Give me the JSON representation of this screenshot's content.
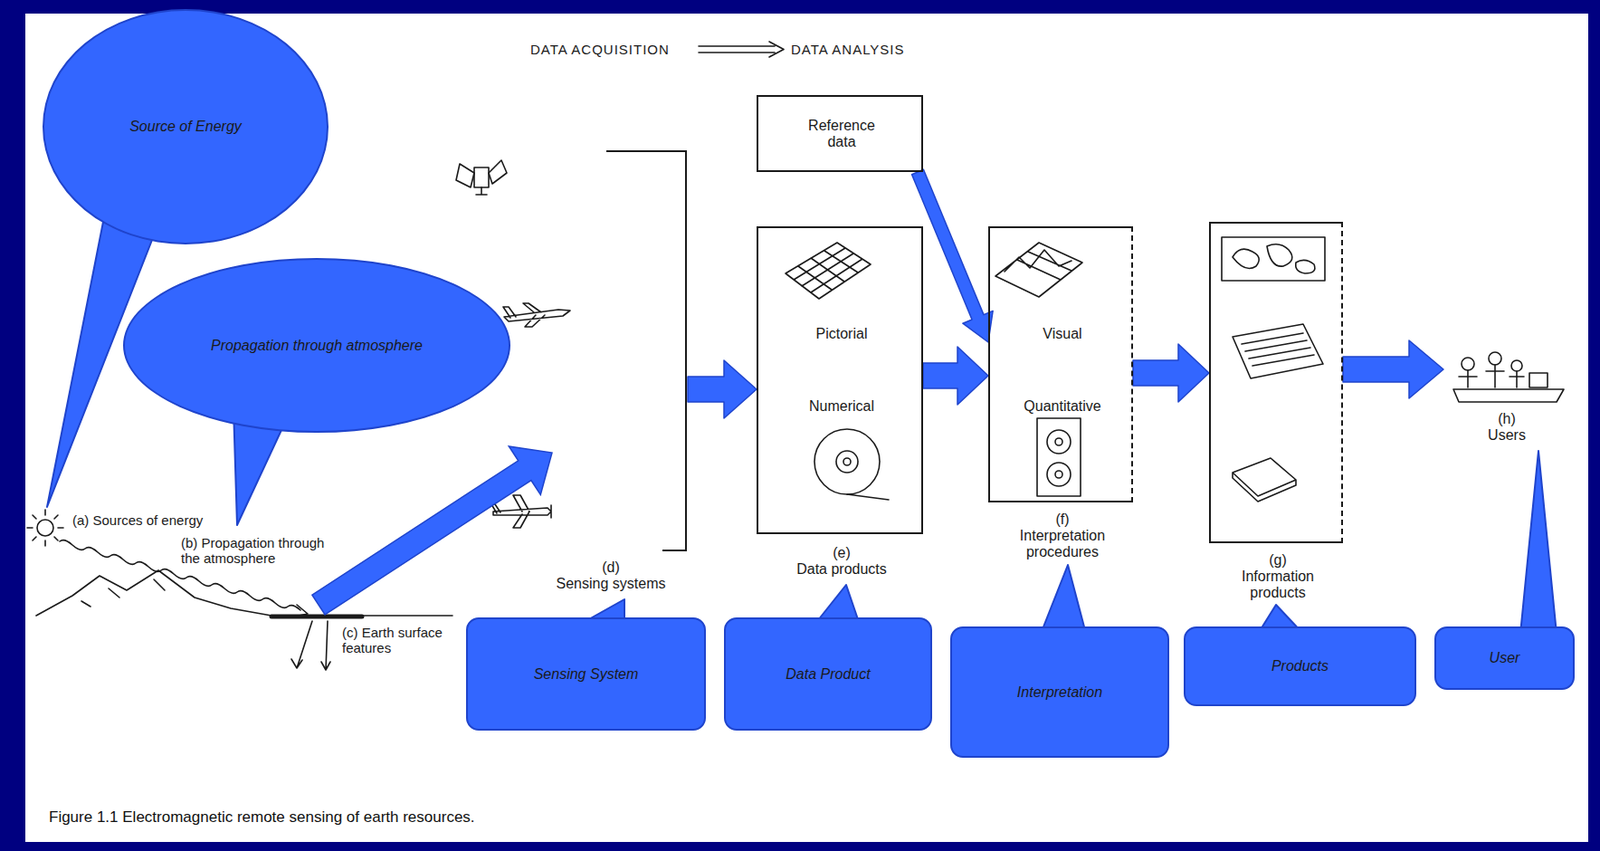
{
  "diagram": {
    "caption": "Figure 1.1 Electromagnetic remote sensing of earth resources.",
    "nodes": [
      {
        "text": [
          "Source of Energy"
        ]
      },
      {
        "text": [
          "Propagation through atmosphere"
        ]
      },
      {
        "text": [
          "Reference data"
        ]
      },
      {
        "text": [
          "(d)",
          "Sensing systems"
        ]
      },
      {
        "text": [
          "Pictorial",
          "Numerical",
          "(e)",
          "Data products"
        ]
      },
      {
        "text": [
          "Visual",
          "Quantitative",
          "(f)",
          "Interpretation procedures"
        ]
      },
      {
        "text": [
          "(g)",
          "Information products"
        ]
      },
      {
        "text": [
          "(h)",
          "Users"
        ]
      },
      {
        "text": [
          "Sensing System"
        ]
      },
      {
        "text": [
          "Data Product"
        ]
      },
      {
        "text": [
          "Interpretation"
        ]
      },
      {
        "text": [
          "Products"
        ]
      },
      {
        "text": [
          "User"
        ]
      }
    ],
    "edges": [
      {
        "from": 3,
        "to": 4,
        "arrow": "to"
      },
      {
        "from": 4,
        "to": 5,
        "arrow": "to"
      },
      {
        "from": 2,
        "to": 5,
        "arrow": "to"
      },
      {
        "from": 5,
        "to": 6,
        "arrow": "to"
      },
      {
        "from": 6,
        "to": 7,
        "arrow": "to"
      }
    ],
    "labels": [
      "DATA ACQUISITION",
      "DATA ANALYSIS",
      "(a) Sources of energy",
      "(b) Propagation through the atmosphere",
      "(c) Earth surface features"
    ]
  }
}
